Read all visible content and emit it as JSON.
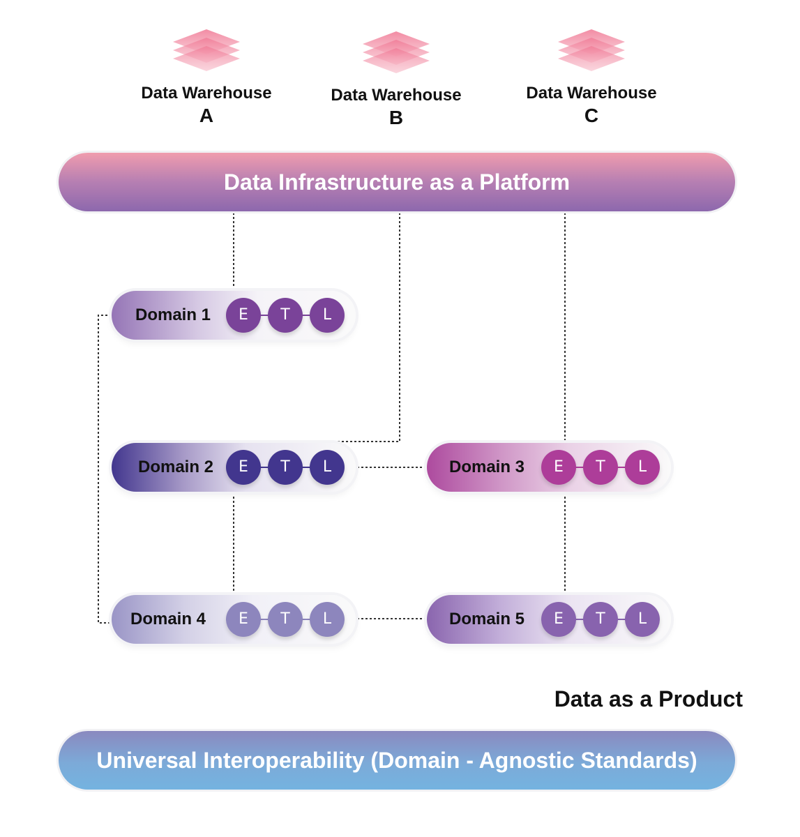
{
  "warehouses": [
    {
      "name": "Data Warehouse",
      "letter": "A",
      "icon": "layers-stack-icon"
    },
    {
      "name": "Data Warehouse",
      "letter": "B",
      "icon": "layers-stack-icon"
    },
    {
      "name": "Data Warehouse",
      "letter": "C",
      "icon": "layers-stack-icon"
    }
  ],
  "platform_bar": {
    "label": "Data Infrastructure as a Platform"
  },
  "domains": [
    {
      "label": "Domain 1",
      "steps": [
        "E",
        "T",
        "L"
      ],
      "color": "#7a4399"
    },
    {
      "label": "Domain 2",
      "steps": [
        "E",
        "T",
        "L"
      ],
      "color": "#42368e"
    },
    {
      "label": "Domain 3",
      "steps": [
        "E",
        "T",
        "L"
      ],
      "color": "#ad3d99"
    },
    {
      "label": "Domain 4",
      "steps": [
        "E",
        "T",
        "L"
      ],
      "color": "#8d86bd"
    },
    {
      "label": "Domain 5",
      "steps": [
        "E",
        "T",
        "L"
      ],
      "color": "#8863ae"
    }
  ],
  "product_label": "Data as a Product",
  "interop_bar": {
    "label": "Universal Interoperability (Domain - Agnostic Standards)"
  },
  "colors": {
    "warehouse_icon": "#f07c96",
    "connector": "#333333"
  }
}
